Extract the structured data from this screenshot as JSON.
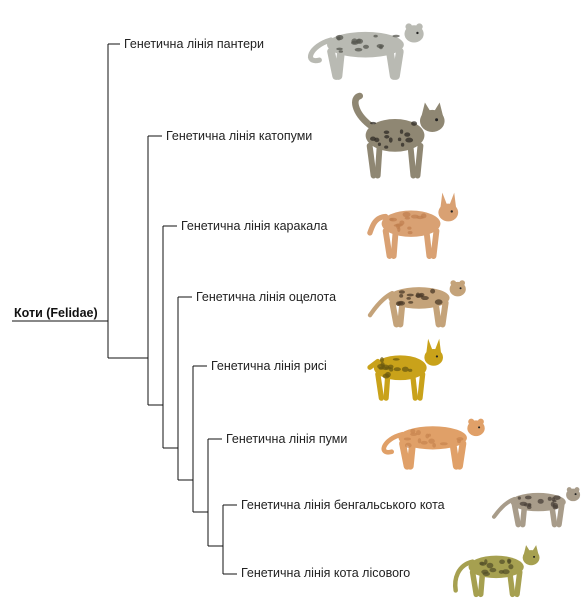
{
  "root": {
    "label": "Коти (Felidae)"
  },
  "lineages": [
    {
      "label": "Генетична лінія пантери",
      "illustration": "snow-leopard",
      "colors": {
        "body": "#b9bab3",
        "spots": "#55554f"
      }
    },
    {
      "label": "Генетична лінія катопуми",
      "illustration": "marbled-cat",
      "colors": {
        "body": "#8f8773",
        "spots": "#2e2a24"
      }
    },
    {
      "label": "Генетична лінія каракала",
      "illustration": "caracal",
      "colors": {
        "body": "#d9a173",
        "spots": "#c08050"
      }
    },
    {
      "label": "Генетична лінія оцелота",
      "illustration": "ocelot",
      "colors": {
        "body": "#c4a37a",
        "spots": "#4b3a28"
      }
    },
    {
      "label": "Генетична лінія рисі",
      "illustration": "lynx",
      "colors": {
        "body": "#c9a21a",
        "spots": "#6b5a10"
      }
    },
    {
      "label": "Генетична лінія пуми",
      "illustration": "puma",
      "colors": {
        "body": "#e0a068",
        "spots": "#c88550"
      }
    },
    {
      "label": "Генетична лінія бенгальського кота",
      "illustration": "leopard-cat",
      "colors": {
        "body": "#a89c8a",
        "spots": "#4a4038"
      }
    },
    {
      "label": "Генетична лінія кота лісового",
      "illustration": "wildcat",
      "colors": {
        "body": "#a6a050",
        "spots": "#55522a"
      }
    }
  ]
}
